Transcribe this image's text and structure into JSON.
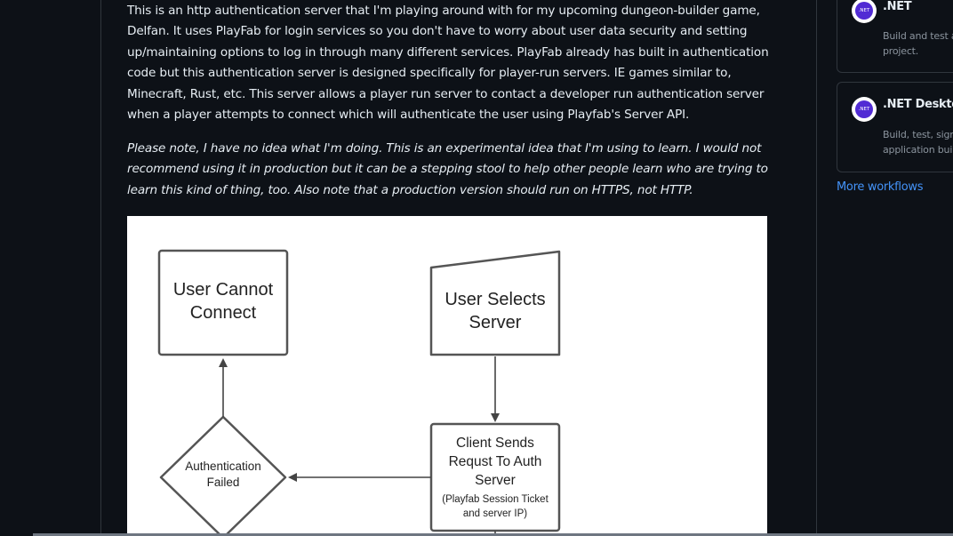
{
  "readme": {
    "paragraph_1": "This is an http authentication server that I'm playing around with for my upcoming dungeon-builder game, Delfan. It uses PlayFab for login services so you don't have to worry about user data security and setting up/maintaining options to log in through many different services. PlayFab already has built in authentication code but this authentication server is designed specifically for player-run servers. IE games similar to, Minecraft, Rust, etc. This server allows a player run server to contact a developer run authentication server when a player attempts to connect which will authenticate the user using Playfab's Server API.",
    "paragraph_2": "Please note, I have no idea what I'm doing. This is an experimental idea that I'm using to learn. I would not recommend using it in production but it can be a stepping stool to help other people learn who are trying to learn this kind of thing, too. Also note that a production version should run on HTTPS, not HTTP."
  },
  "diagram": {
    "user_cannot_connect": [
      "User Cannot",
      "Connect"
    ],
    "user_selects_server": [
      "User Selects",
      "Server"
    ],
    "auth_failed": [
      "Authentication",
      "Failed"
    ],
    "client_sends": [
      "Client Sends",
      "Requst To Auth",
      "Server"
    ],
    "client_sends_note": [
      "(Playfab Session Ticket",
      "and server IP)"
    ]
  },
  "sidebar": {
    "workflows": [
      {
        "icon": "dotnet-icon",
        "icon_text": ".NET",
        "title": ".NET",
        "desc_lines": [
          "Build and test a .NET",
          "project."
        ]
      },
      {
        "icon": "dotnet-icon",
        "icon_text": ".NET",
        "title": ".NET Desktop",
        "desc_lines": [
          "Build, test, sign a",
          "application built"
        ]
      }
    ],
    "more_label": "More workflows"
  }
}
